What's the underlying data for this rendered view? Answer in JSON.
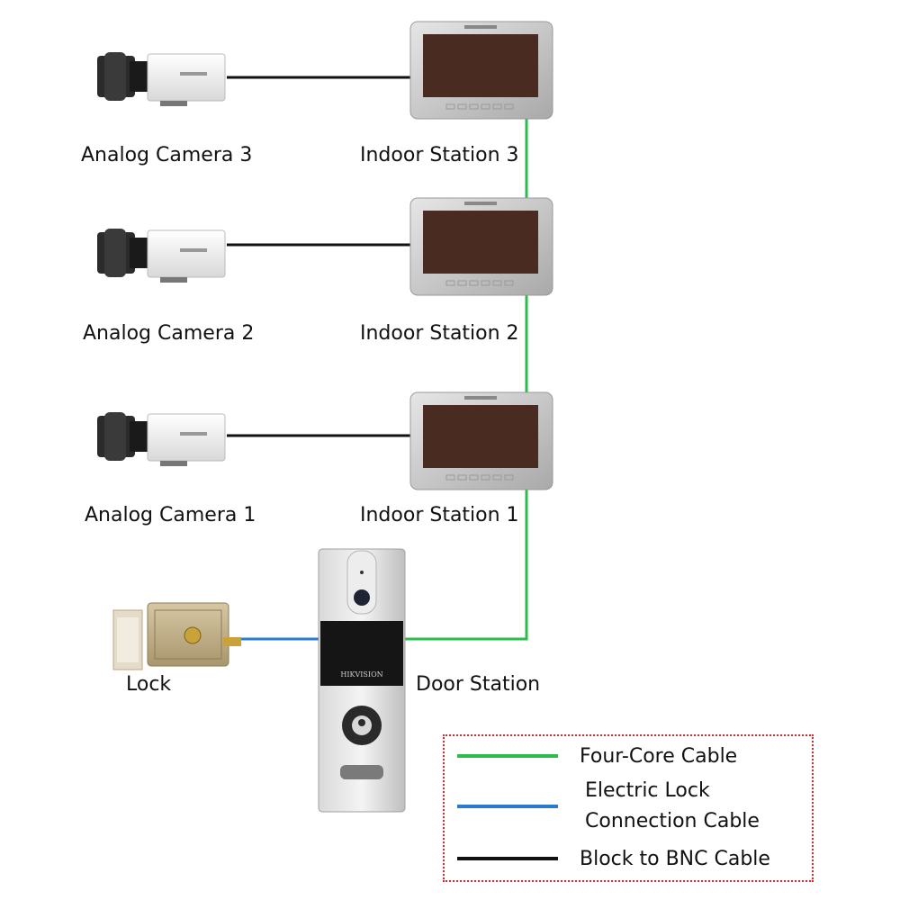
{
  "diagram": {
    "devices": {
      "camera_3": "Analog Camera 3",
      "camera_2": "Analog Camera 2",
      "camera_1": "Analog Camera 1",
      "indoor_3": "Indoor Station 3",
      "indoor_2": "Indoor Station 2",
      "indoor_1": "Indoor Station 1",
      "lock": "Lock",
      "door_station": "Door Station"
    },
    "brand_mark": "HIKVISION",
    "legend": {
      "items": [
        {
          "label": "Four-Core Cable",
          "color": "#2dbb4e"
        },
        {
          "label_line1": "Electric Lock",
          "label_line2": "Connection Cable",
          "color": "#2a7bd0"
        },
        {
          "label": "Block to BNC Cable",
          "color": "#111111"
        }
      ]
    },
    "colors": {
      "four_core": "#2dbb4e",
      "lock_cable": "#2a7bd0",
      "bnc_cable": "#111111",
      "legend_border": "#e0262b"
    }
  }
}
